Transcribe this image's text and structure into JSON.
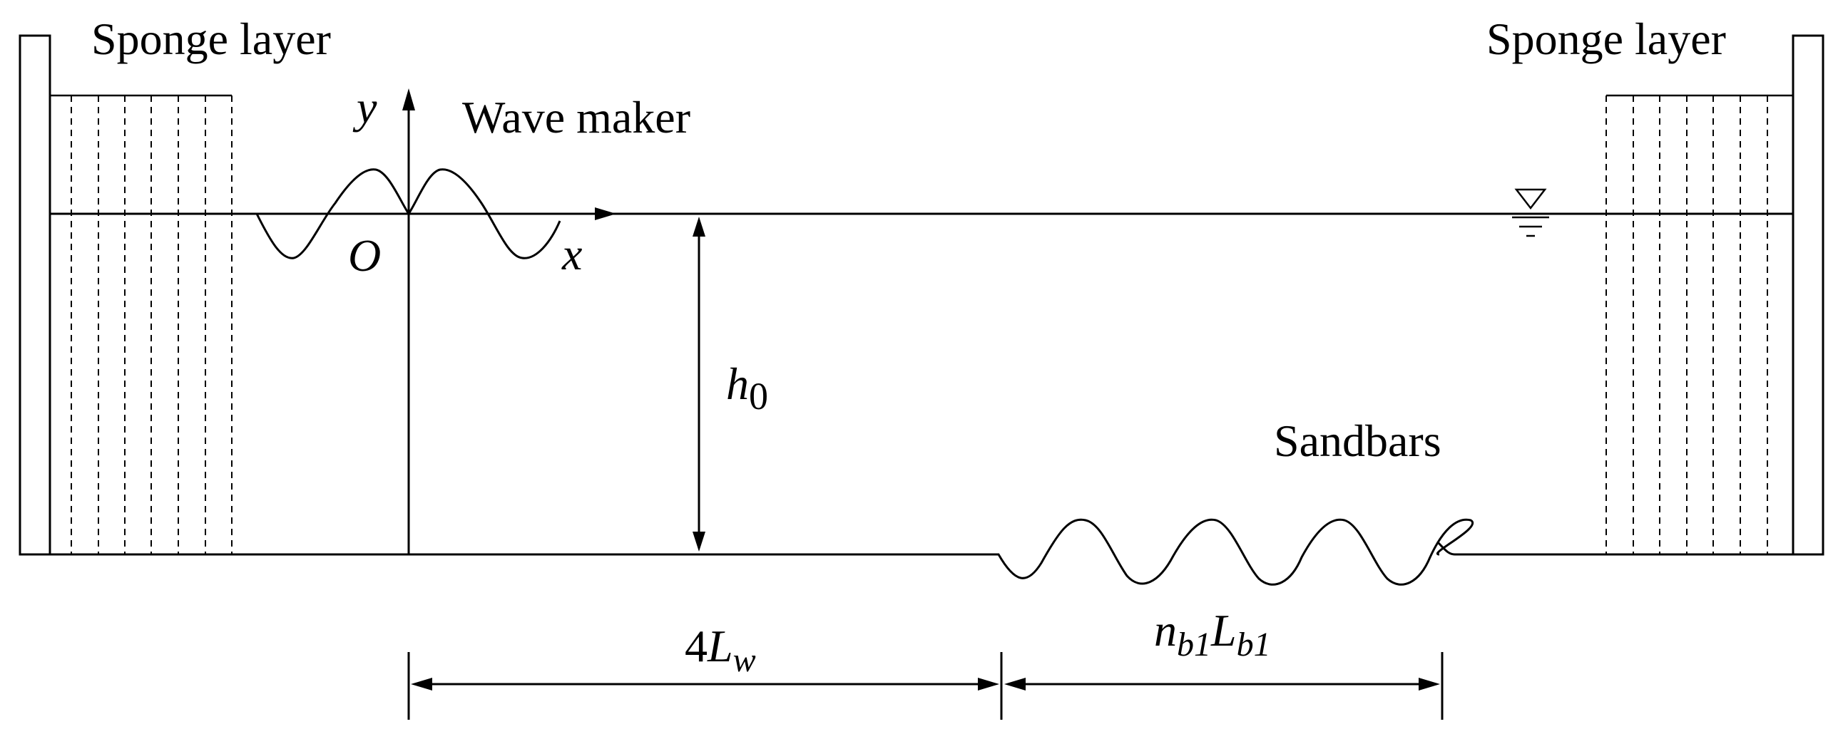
{
  "labels": {
    "sponge_left": "Sponge layer",
    "sponge_right": "Sponge layer",
    "wave_maker": "Wave maker",
    "axis_y": "y",
    "axis_x": "x",
    "origin": "O",
    "depth_symbol": "h",
    "depth_subscript": "0",
    "sandbars": "Sandbars",
    "dist_coef": "4",
    "dist_symbol": "L",
    "dist_subscript": "w",
    "bar_n_symbol": "n",
    "bar_n_subscript": "b1",
    "bar_L_symbol": "L",
    "bar_L_subscript": "b1"
  },
  "icons": {
    "water_level": "water-level-triangle-icon"
  }
}
